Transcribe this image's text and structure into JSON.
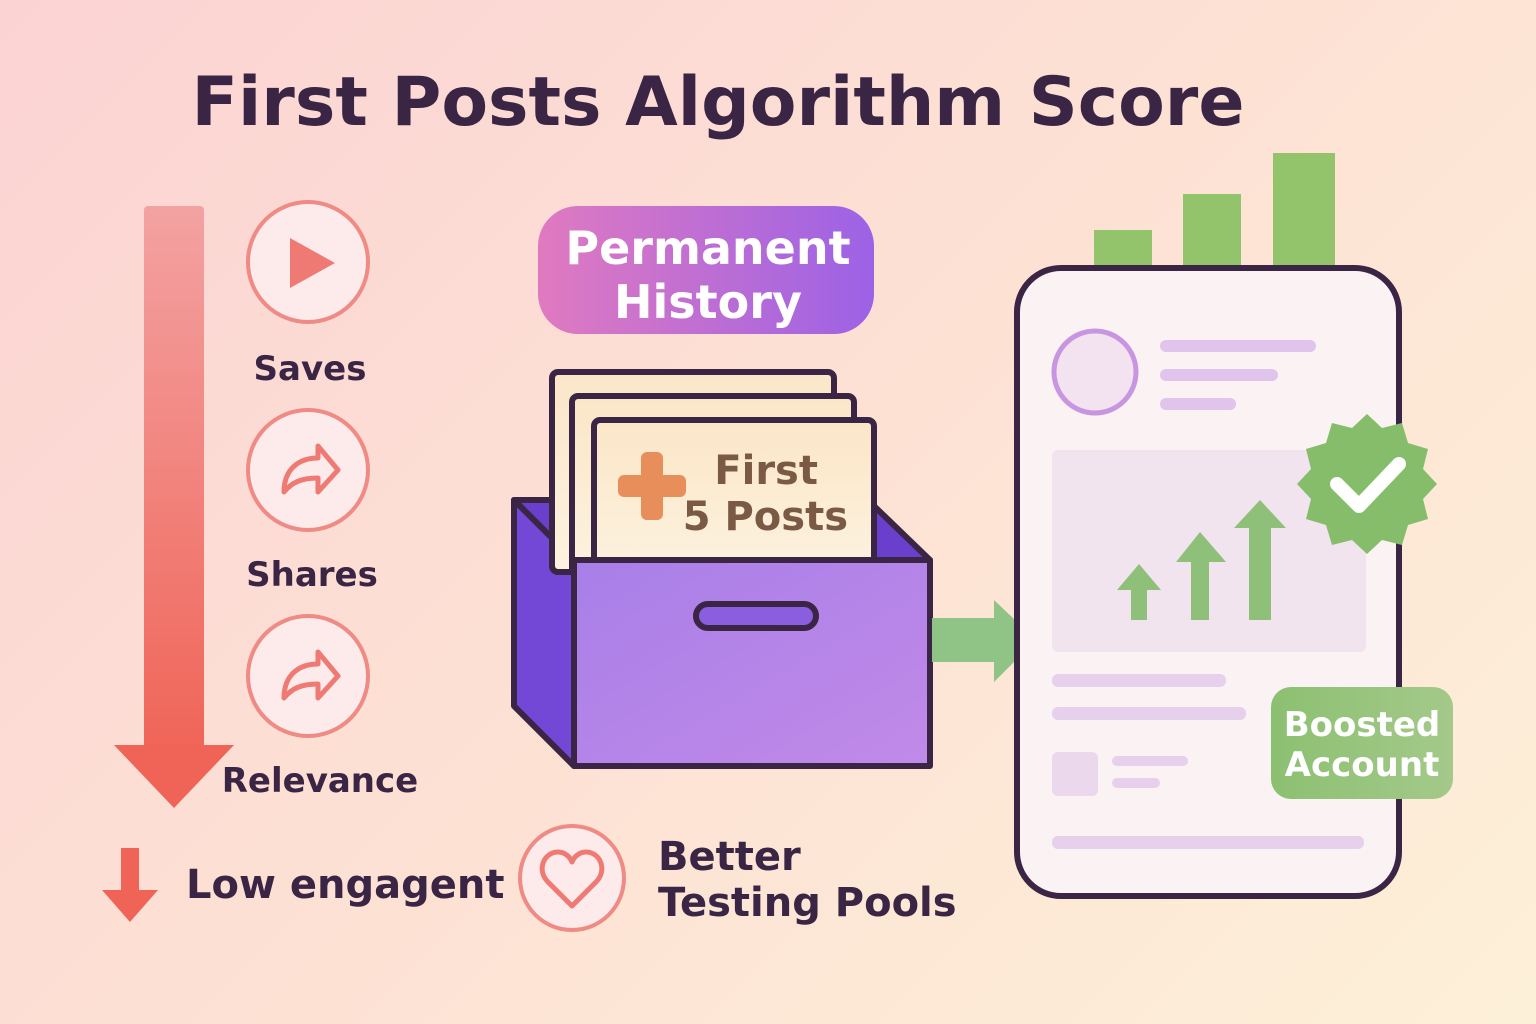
{
  "title": "First Posts Algorithm Score",
  "metrics": [
    {
      "label": "Saves",
      "icon": "play-icon"
    },
    {
      "label": "Shares",
      "icon": "share-icon"
    },
    {
      "label": "Relevance",
      "icon": "share-icon"
    }
  ],
  "low_engagement": {
    "label": "Low engagent",
    "icon": "down-arrow-icon"
  },
  "history_badge": {
    "line1": "Permanent",
    "line2": "History"
  },
  "card": {
    "line1": "First",
    "line2": "5 Posts"
  },
  "testing_pools": {
    "line1": "Better",
    "line2": "Testing Pools",
    "icon": "heart-icon"
  },
  "boosted": {
    "line1": "Boosted",
    "line2": "Account"
  },
  "colors": {
    "title": "#3a2545",
    "red": "#f0665a",
    "purple": "#9b5de5",
    "green": "#8dbf6e"
  }
}
